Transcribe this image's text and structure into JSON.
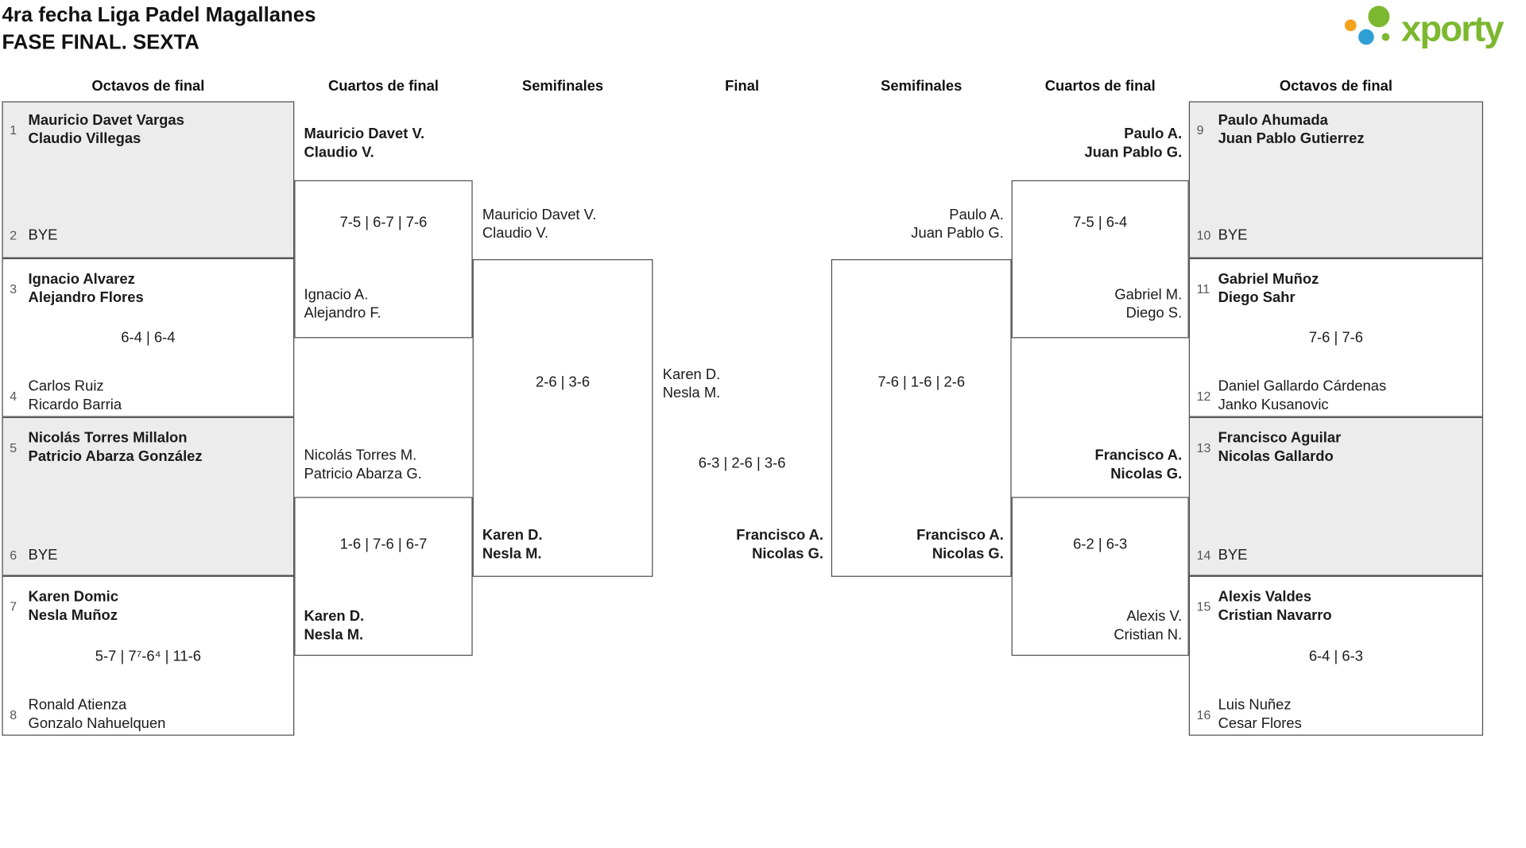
{
  "header": {
    "title_line1": "4ra fecha Liga Padel Magallanes",
    "title_line2": "FASE FINAL. SEXTA",
    "logo_text": "xporty"
  },
  "round_headers": [
    "Octavos de final",
    "Cuartos de final",
    "Semifinales",
    "Final",
    "Semifinales",
    "Cuartos de final",
    "Octavos de final"
  ],
  "colors": {
    "brand_green": "#7cb82f",
    "brand_blue": "#2e9fd4",
    "brand_orange": "#f6a21d",
    "box_fill": "#ececec",
    "line": "#4d4d4d",
    "seed_gray": "#555555"
  },
  "bracket": {
    "octavos_left": [
      {
        "seed_top": "1",
        "top": [
          "Mauricio Davet Vargas",
          "Claudio Villegas"
        ],
        "seed_bottom": "2",
        "bottom": [
          "BYE"
        ],
        "score": ""
      },
      {
        "seed_top": "3",
        "top": [
          "Ignacio Alvarez",
          "Alejandro Flores"
        ],
        "score": "6-4 | 6-4",
        "seed_bottom": "4",
        "bottom": [
          "Carlos Ruiz",
          "Ricardo Barria"
        ]
      },
      {
        "seed_top": "5",
        "top": [
          "Nicolás Torres Millalon",
          "Patricio Abarza González"
        ],
        "seed_bottom": "6",
        "bottom": [
          "BYE"
        ],
        "score": ""
      },
      {
        "seed_top": "7",
        "top": [
          "Karen Domic",
          "Nesla Muñoz"
        ],
        "score": "5-7 | 7⁷-6⁴ | 11-6",
        "seed_bottom": "8",
        "bottom": [
          "Ronald Atienza",
          "Gonzalo Nahuelquen"
        ]
      }
    ],
    "cuartos_left": [
      {
        "top": [
          "Mauricio Davet V.",
          "Claudio V."
        ],
        "score": "7-5 | 6-7 | 7-6",
        "bottom": [
          "Ignacio A.",
          "Alejandro F."
        ]
      },
      {
        "top": [
          "Nicolás Torres M.",
          "Patricio Abarza G."
        ],
        "score": "1-6 | 7-6 | 6-7",
        "bottom": [
          "Karen D.",
          "Nesla M."
        ]
      }
    ],
    "semifinal_left": {
      "top": [
        "Mauricio Davet V.",
        "Claudio V."
      ],
      "score": "2-6 | 3-6",
      "bottom": [
        "Karen D.",
        "Nesla M."
      ]
    },
    "final": {
      "top": [
        "Karen D.",
        "Nesla M."
      ],
      "score": "6-3 | 2-6 | 3-6",
      "bottom": [
        "Francisco A.",
        "Nicolas G."
      ]
    },
    "semifinal_right": {
      "top": [
        "Paulo A.",
        "Juan Pablo G."
      ],
      "score": "7-6 | 1-6 | 2-6",
      "bottom": [
        "Francisco A.",
        "Nicolas G."
      ]
    },
    "cuartos_right": [
      {
        "top": [
          "Paulo A.",
          "Juan Pablo G."
        ],
        "score": "7-5 | 6-4",
        "bottom": [
          "Gabriel M.",
          "Diego S."
        ]
      },
      {
        "top": [
          "Francisco A.",
          "Nicolas G."
        ],
        "score": "6-2 | 6-3",
        "bottom": [
          "Alexis V.",
          "Cristian N."
        ]
      }
    ],
    "octavos_right": [
      {
        "seed_top": "9",
        "top": [
          "Paulo Ahumada",
          "Juan Pablo Gutierrez"
        ],
        "seed_bottom": "10",
        "bottom": [
          "BYE"
        ],
        "score": ""
      },
      {
        "seed_top": "11",
        "top": [
          "Gabriel Muñoz",
          "Diego Sahr"
        ],
        "score": "7-6 | 7-6",
        "seed_bottom": "12",
        "bottom": [
          "Daniel Gallardo Cárdenas",
          "Janko Kusanovic"
        ]
      },
      {
        "seed_top": "13",
        "top": [
          "Francisco Aguilar",
          "Nicolas Gallardo"
        ],
        "seed_bottom": "14",
        "bottom": [
          "BYE"
        ],
        "score": ""
      },
      {
        "seed_top": "15",
        "top": [
          "Alexis Valdes",
          "Cristian Navarro"
        ],
        "score": "6-4 | 6-3",
        "seed_bottom": "16",
        "bottom": [
          "Luis Nuñez",
          "Cesar Flores"
        ]
      }
    ]
  }
}
